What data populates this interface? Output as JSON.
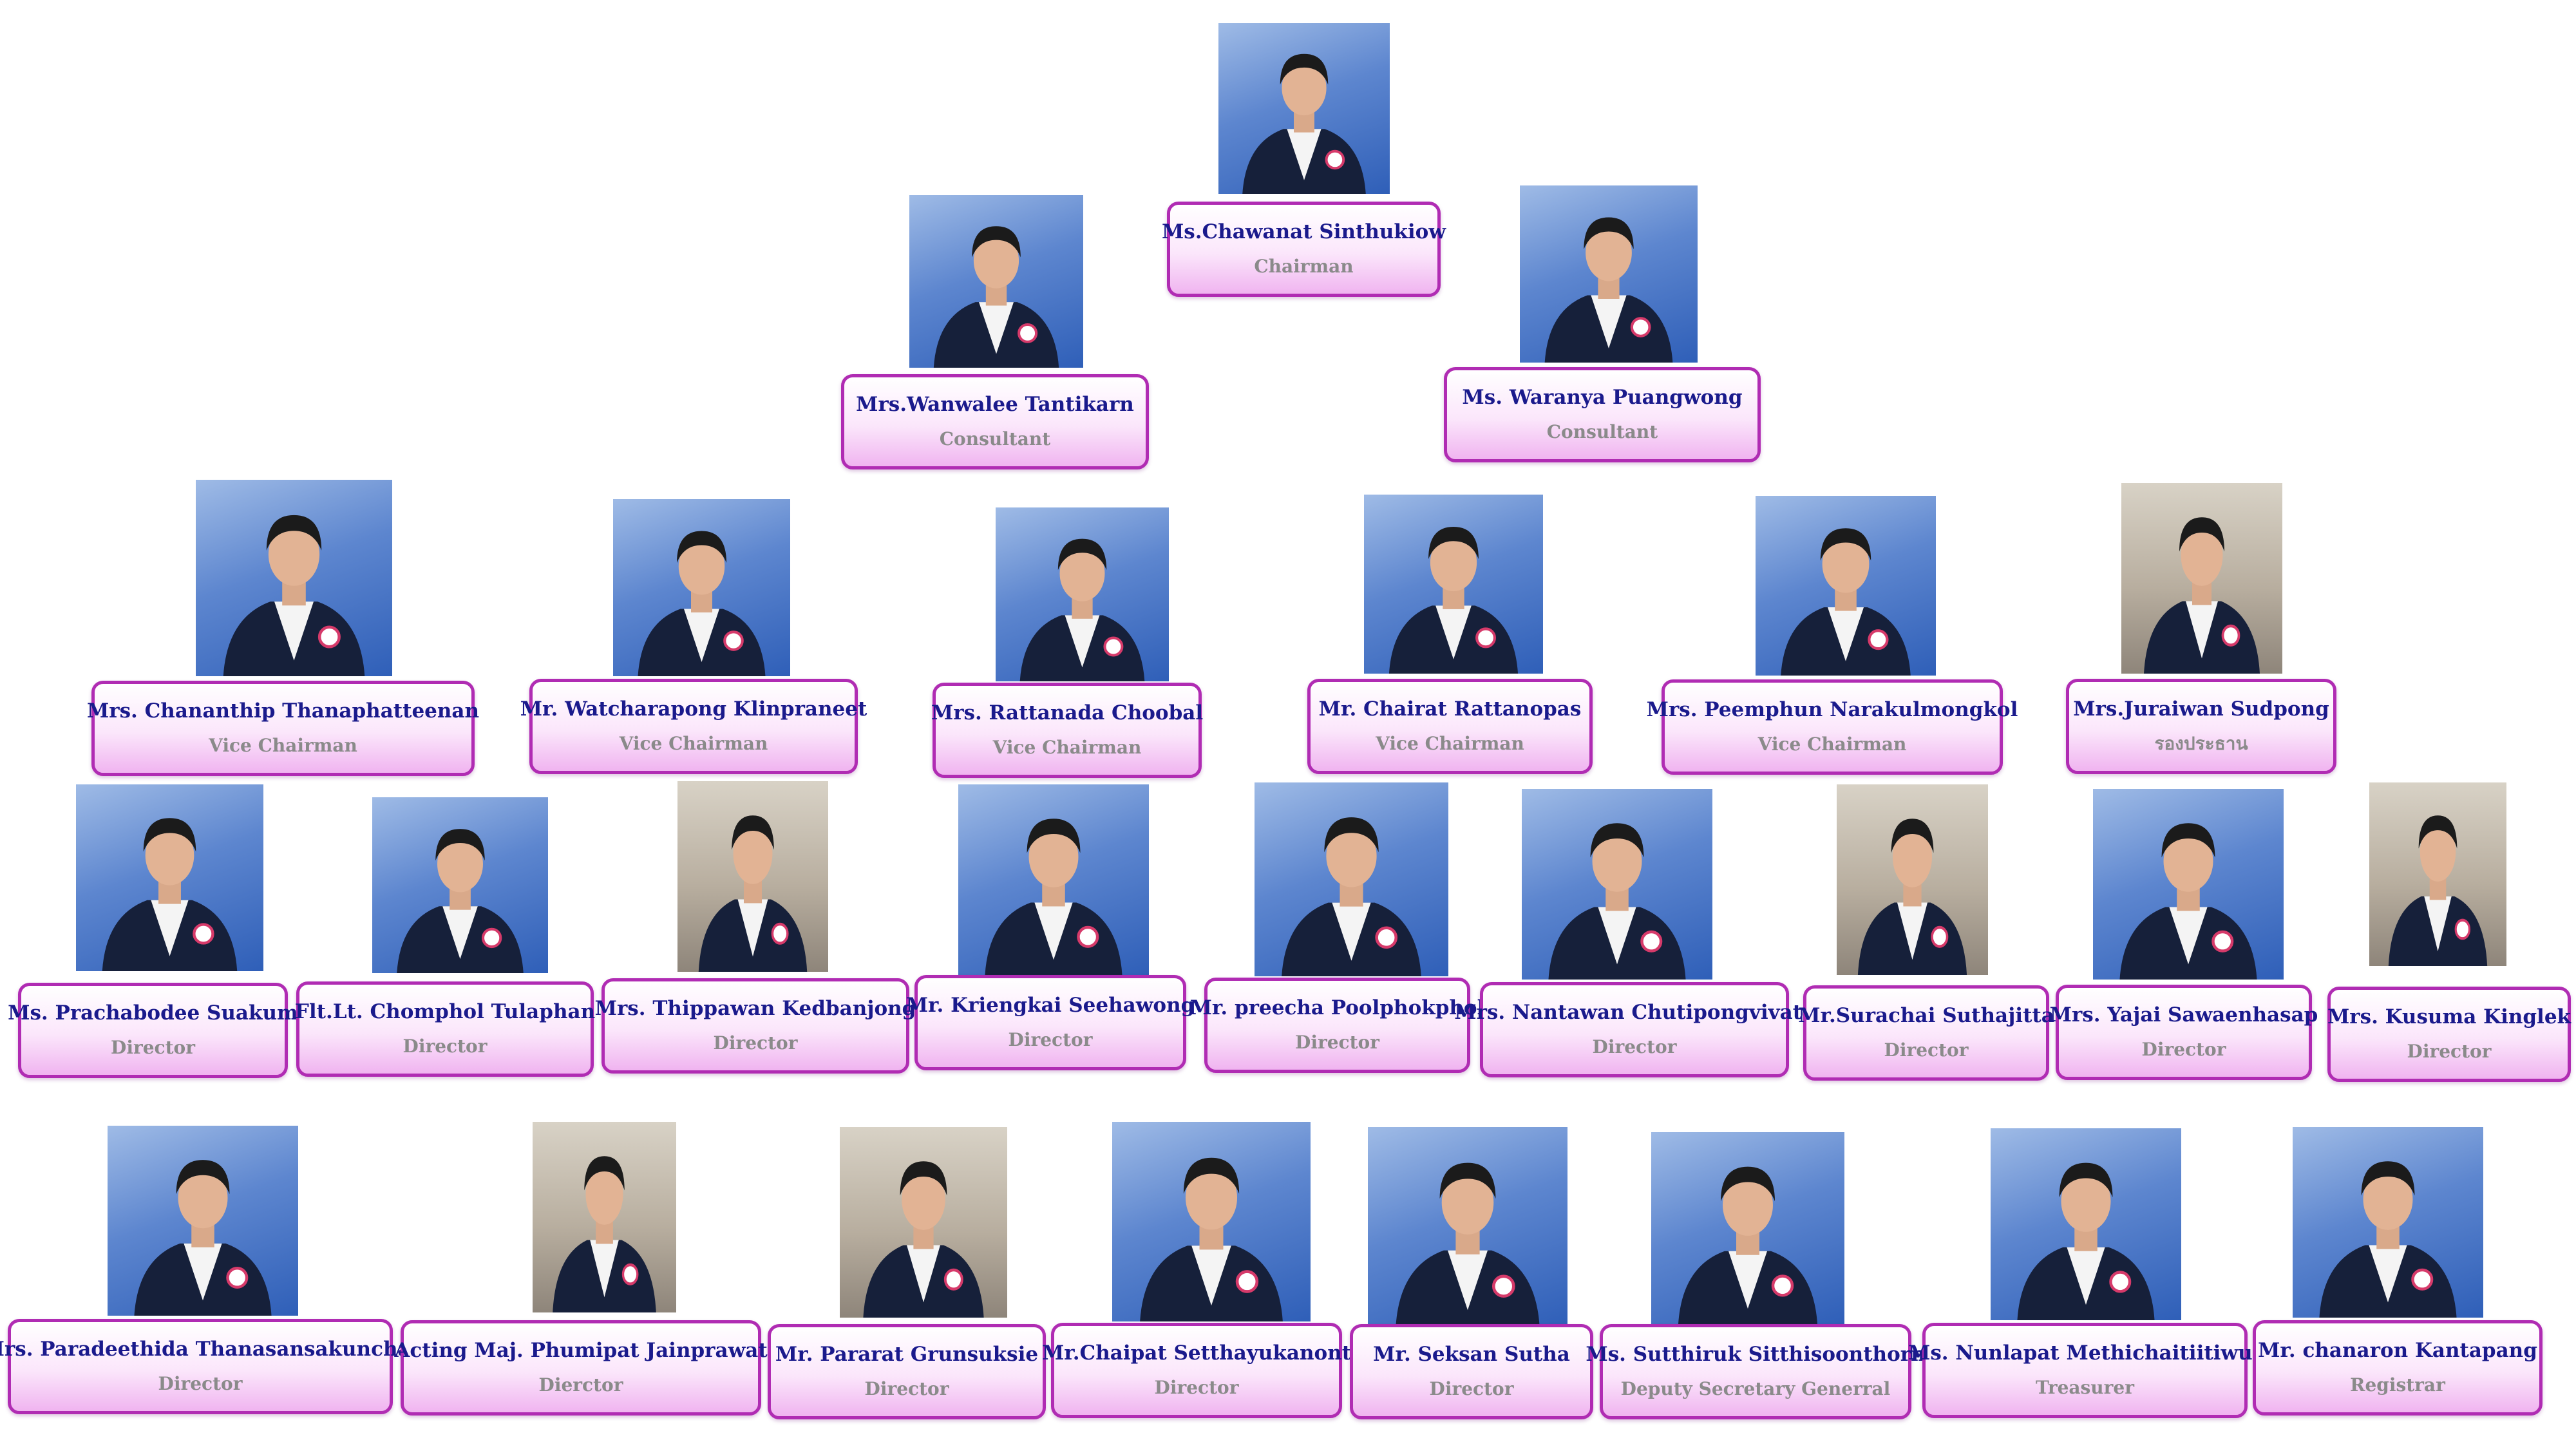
{
  "members": [
    {
      "name": "Ms.Chawanat Sinthukiow",
      "role": "Chairman"
    },
    {
      "name": "Mrs.Wanwalee Tantikarn",
      "role": "Consultant"
    },
    {
      "name": "Ms. Waranya Puangwong",
      "role": "Consultant"
    },
    {
      "name": "Mrs. Chananthip Thanaphatteenan",
      "role": "Vice Chairman"
    },
    {
      "name": "Mr. Watcharapong Klinpraneet",
      "role": "Vice Chairman"
    },
    {
      "name": "Mrs. Rattanada Choobal",
      "role": "Vice Chairman"
    },
    {
      "name": "Mr. Chairat Rattanopas",
      "role": "Vice Chairman"
    },
    {
      "name": "Mrs. Peemphun Narakulmongkol",
      "role": "Vice Chairman"
    },
    {
      "name": "Mrs.Juraiwan Sudpong",
      "role": "รองประธาน"
    },
    {
      "name": "Ms. Prachabodee Suakum",
      "role": "Director"
    },
    {
      "name": "Flt.Lt. Chomphol Tulaphan",
      "role": "Director"
    },
    {
      "name": "Mrs. Thippawan Kedbanjong",
      "role": "Director"
    },
    {
      "name": "Mr. Kriengkai Seehawong",
      "role": "Director"
    },
    {
      "name": "Mr. preecha Poolphokphol",
      "role": "Director"
    },
    {
      "name": "Mrs. Nantawan Chutipongvivate",
      "role": "Director"
    },
    {
      "name": "Mr.Surachai Suthajitta",
      "role": "Director"
    },
    {
      "name": "Mrs. Yajai Sawaenhasap",
      "role": "Director"
    },
    {
      "name": "Mrs. Kusuma Kinglek",
      "role": "Director"
    },
    {
      "name": "Mrs. Paradeethida Thanasansakunchai",
      "role": "Director"
    },
    {
      "name": "Acting Maj. Phumipat Jainprawat",
      "role": "Dierctor"
    },
    {
      "name": "Mr. Pararat Grunsuksie",
      "role": "Director"
    },
    {
      "name": "Mr.Chaipat Setthayukanont",
      "role": "Director"
    },
    {
      "name": "Mr. Seksan Sutha",
      "role": "Director"
    },
    {
      "name": "Ms. Sutthiruk Sitthisoonthorn",
      "role": "Deputy Secretary Generral"
    },
    {
      "name": "Ms. Nunlapat Methichaitiitiwut",
      "role": "Treasurer"
    },
    {
      "name": "Mr. chanaron Kantapang",
      "role": "Registrar"
    }
  ]
}
